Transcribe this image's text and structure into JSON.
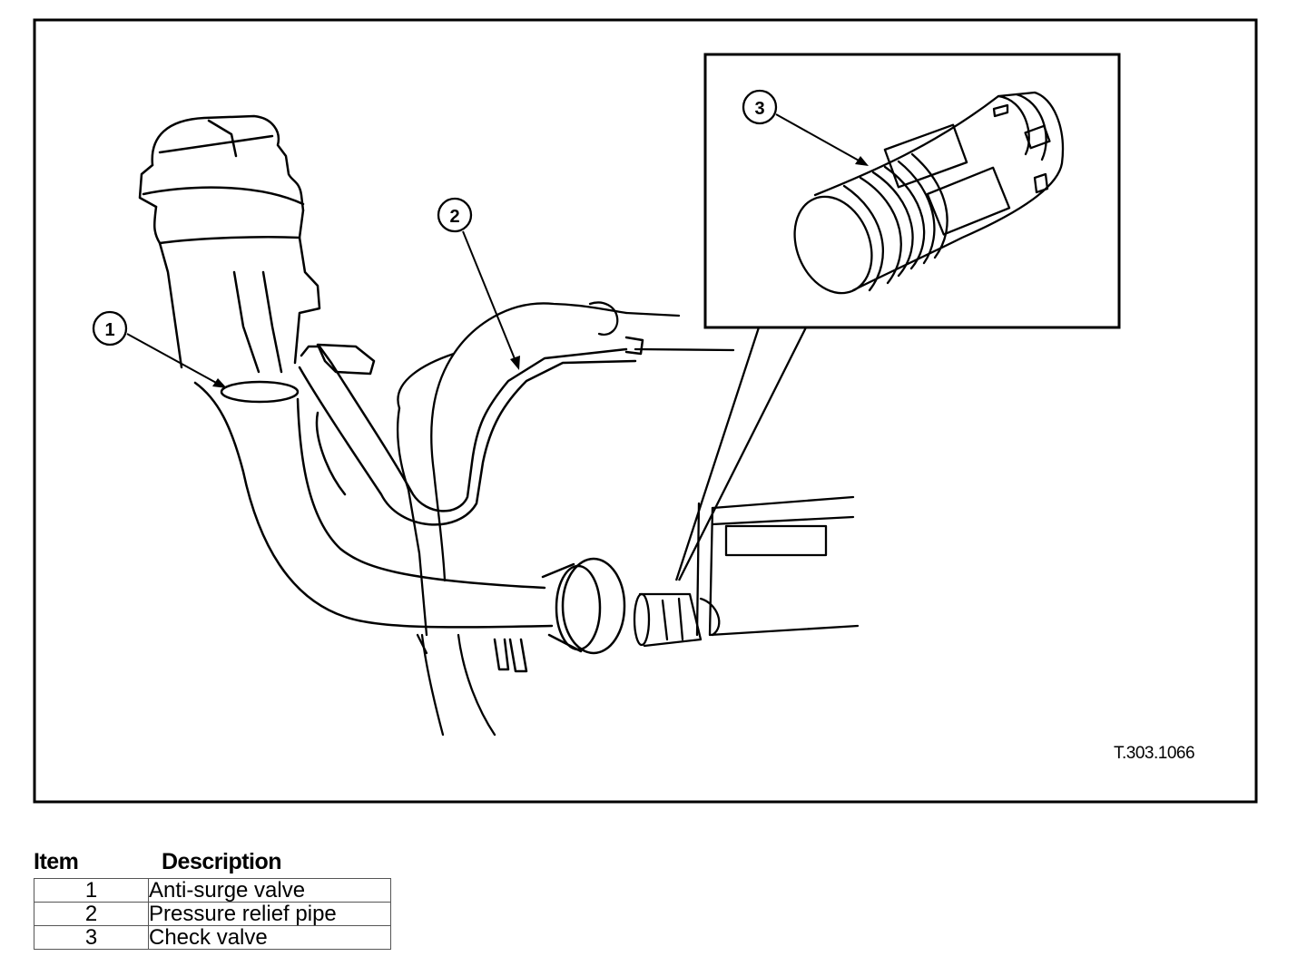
{
  "figure": {
    "code": "T.303.1066",
    "callouts": [
      {
        "number": "1"
      },
      {
        "number": "2"
      },
      {
        "number": "3"
      }
    ]
  },
  "legend": {
    "headers": {
      "item": "Item",
      "description": "Description"
    },
    "rows": [
      {
        "item": "1",
        "description": "Anti-surge valve"
      },
      {
        "item": "2",
        "description": "Pressure relief pipe"
      },
      {
        "item": "3",
        "description": "Check valve"
      }
    ]
  }
}
